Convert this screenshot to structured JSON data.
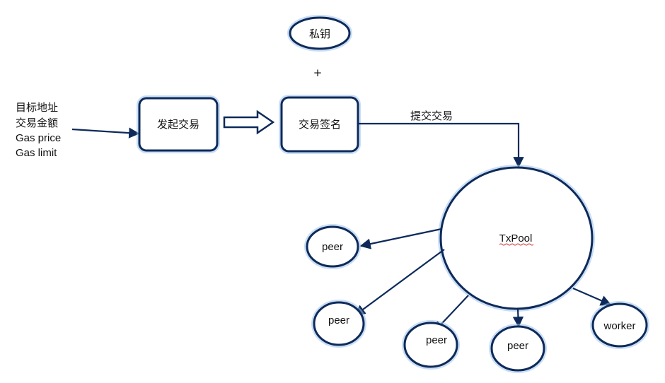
{
  "inputs": {
    "lines": [
      "目标地址",
      "交易金额",
      "Gas price",
      "Gas limit"
    ]
  },
  "nodes": {
    "private_key": "私钥",
    "plus": "+",
    "initiate": "发起交易",
    "sign": "交易签名",
    "txpool": "TxPool",
    "peers": [
      "peer",
      "peer",
      "peer",
      "peer"
    ],
    "worker": "worker"
  },
  "edges": {
    "submit_label": "提交交易"
  },
  "colors": {
    "stroke": "#0d2a5a",
    "glow": "#9fc3ec"
  }
}
